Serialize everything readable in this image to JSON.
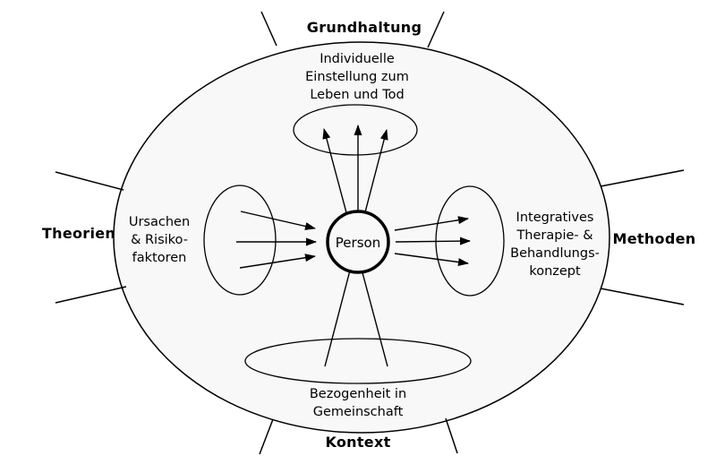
{
  "diagram": {
    "person_label": "Person",
    "outer_labels": {
      "top": "Grundhaltung",
      "left": "Theorien",
      "right": "Methoden",
      "bottom": "Kontext"
    },
    "inner_labels": {
      "top": "Individuelle\nEinstellung zum\nLeben und Tod",
      "left": "Ursachen\n& Risiko-\nfaktoren",
      "right": "Integratives\nTherapie- &\nBehandlungs-\nkonzept",
      "bottom": "Bezogenheit in\nGemeinschaft"
    },
    "colors": {
      "line": "#000000",
      "ellipse_fill": "#f8f8f8",
      "background": "#ffffff"
    }
  }
}
